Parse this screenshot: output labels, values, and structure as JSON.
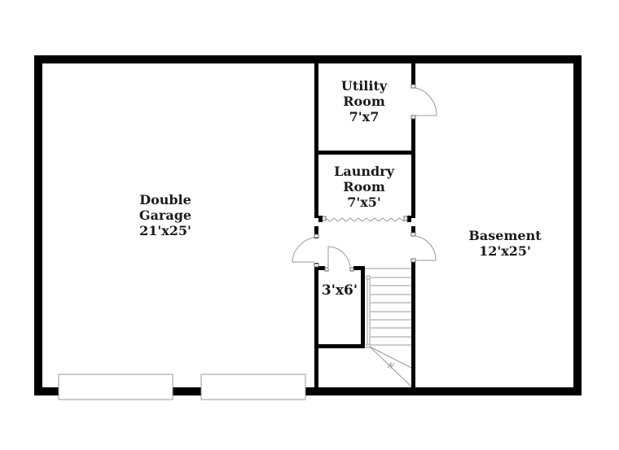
{
  "floor_plan": {
    "rooms": [
      {
        "id": "double-garage",
        "name_line1": "Double",
        "name_line2": "Garage",
        "dimensions": "21'x25'"
      },
      {
        "id": "utility-room",
        "name_line1": "Utility",
        "name_line2": "Room",
        "dimensions": "7'x7"
      },
      {
        "id": "laundry-room",
        "name_line1": "Laundry",
        "name_line2": "Room",
        "dimensions": "7'x5'"
      },
      {
        "id": "basement",
        "name_line1": "Basement",
        "dimensions": "12'x25'"
      },
      {
        "id": "closet",
        "dimensions": "3'x6'"
      }
    ],
    "features": {
      "garage_doors": 2,
      "stairs_treads": 9,
      "colors": {
        "wall": "#000000",
        "background": "#ffffff",
        "fixture_line": "#999999"
      }
    }
  }
}
